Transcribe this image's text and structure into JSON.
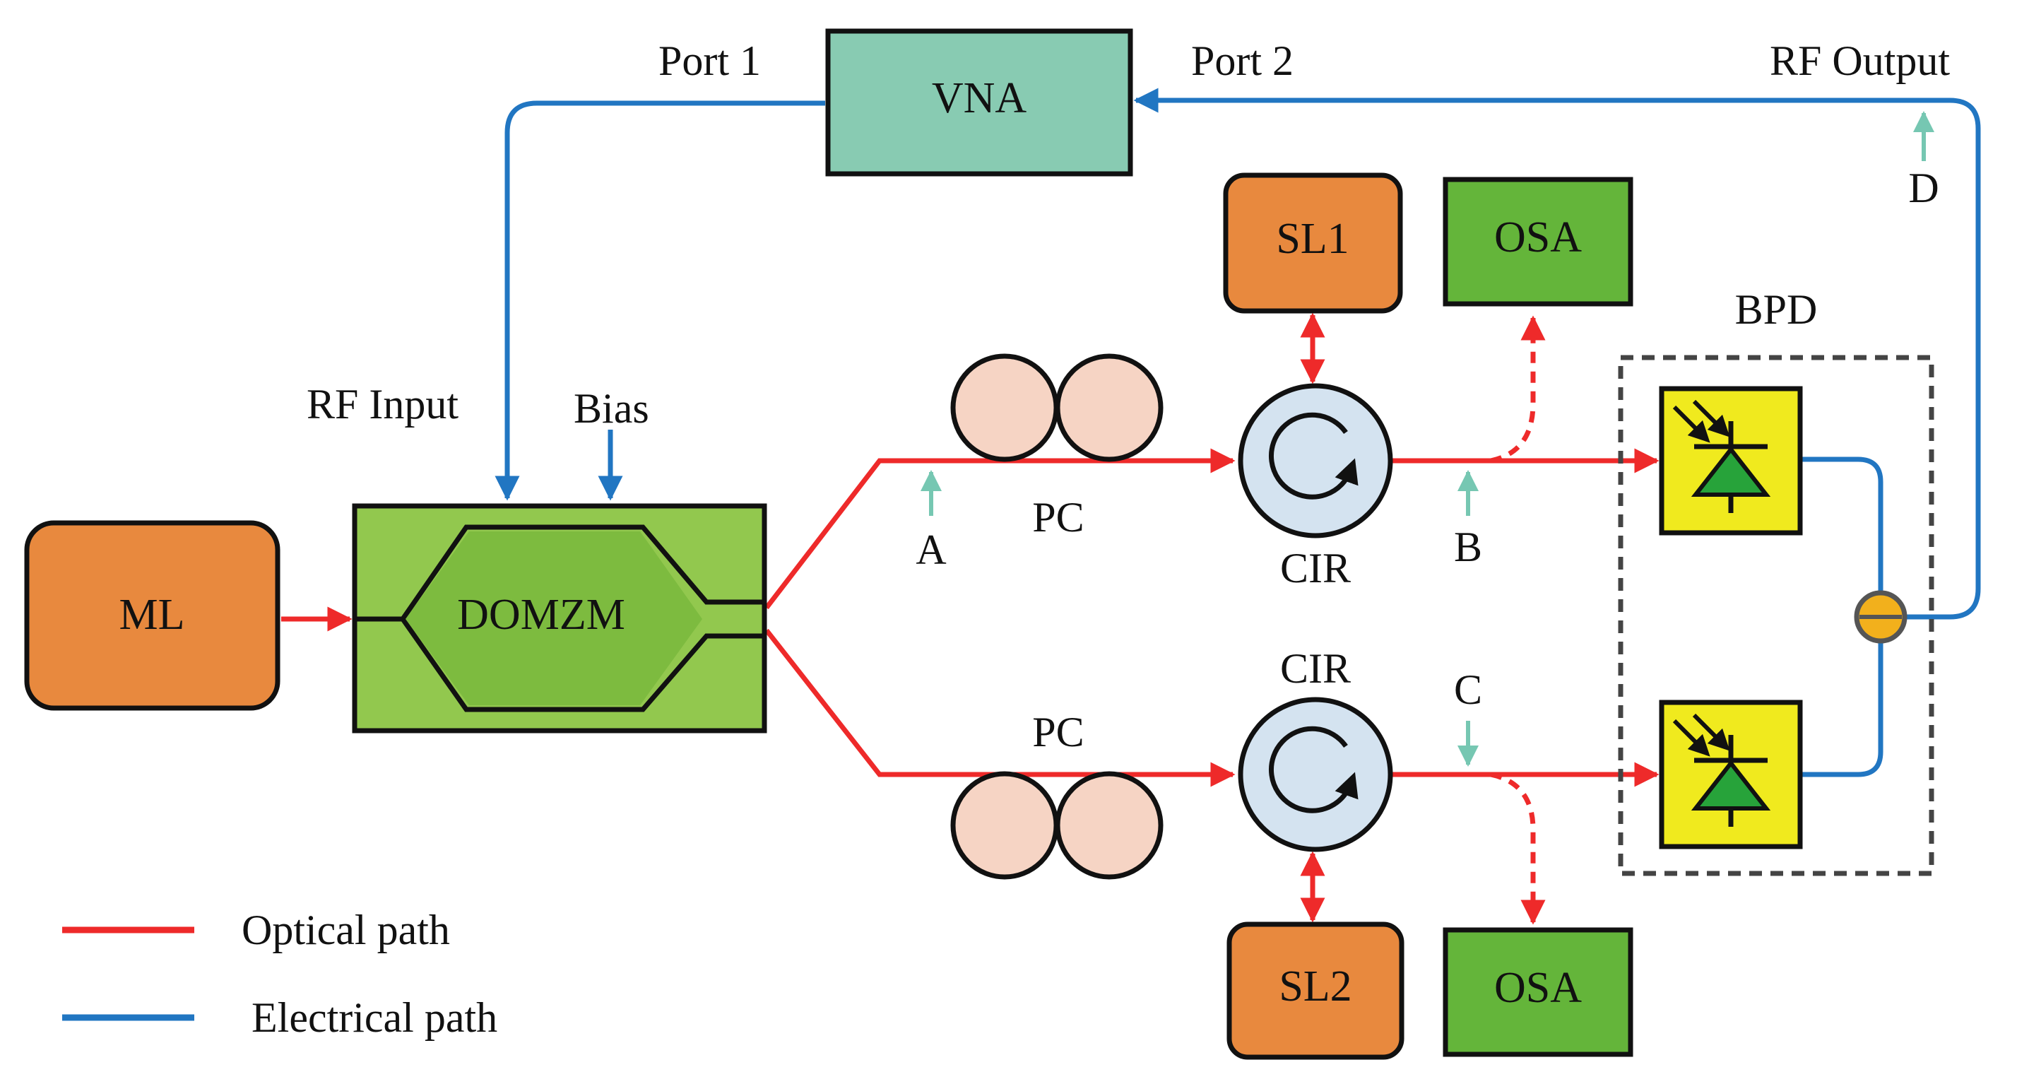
{
  "components": {
    "ml": "ML",
    "domzm": "DOMZM",
    "vna": "VNA",
    "sl1": "SL1",
    "sl2": "SL2",
    "osa_top": "OSA",
    "osa_bottom": "OSA",
    "pc_top": "PC",
    "pc_bottom": "PC",
    "cir_top": "CIR",
    "cir_bottom": "CIR",
    "bpd": "BPD"
  },
  "ports": {
    "port1": "Port 1",
    "port2": "Port 2",
    "rf_input": "RF Input",
    "bias": "Bias",
    "rf_output": "RF Output"
  },
  "points": {
    "a": "A",
    "b": "B",
    "c": "C",
    "d": "D"
  },
  "legend": {
    "optical": "Optical path",
    "electrical": "Electrical path"
  },
  "colors": {
    "optical_path": "#ee2a2a",
    "electrical_path": "#2176c2",
    "monitor_arrow": "#76c7b2",
    "laser_box": "#e8893e",
    "osa_box": "#64b53a",
    "modulator_box": "#92c84e",
    "vna_box": "#88cbb2",
    "photodiode_box": "#f0ea1e",
    "circulator": "#d4e3f0",
    "polarization_controller": "#f6d4c4"
  }
}
